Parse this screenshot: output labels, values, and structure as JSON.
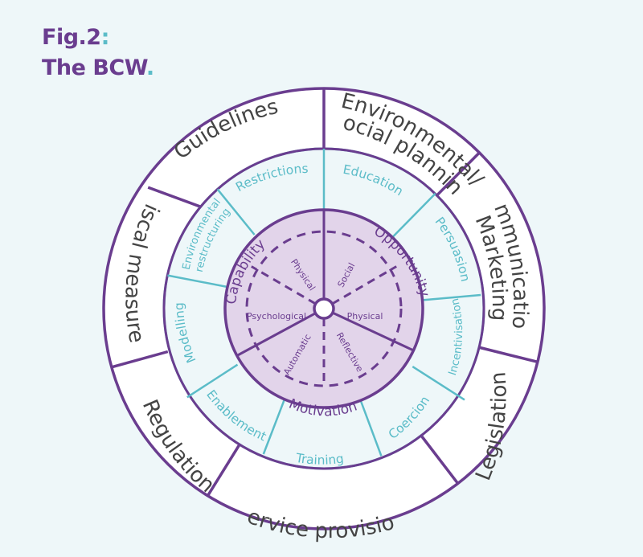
{
  "figure": {
    "label": "Fig.2",
    "label_punct": ":",
    "title": "The BCW",
    "title_punct": "."
  },
  "colors": {
    "background": "#eef7f9",
    "purple": "#6a3d8f",
    "teal": "#5bbcc8",
    "inner_fill": "#e2d4ea",
    "ring_fill": "#ffffff",
    "outer_text": "#444444"
  },
  "policy_categories": [
    "Guidelines",
    "Environmental/",
    "Social planning",
    "Communication/",
    "Marketing",
    "Legislation",
    "Service provision",
    "Regulation",
    "Fiscal measures"
  ],
  "intervention_functions": [
    "Restrictions",
    "Education",
    "Persuasion",
    "Incentivisation",
    "Coercion",
    "Training",
    "Enablement",
    "Modelling",
    "Environmental",
    "restructuring"
  ],
  "sources_of_behaviour": {
    "capability": "Capability",
    "opportunity": "Opportunity",
    "motivation": "Motivation",
    "physical_capability": "Physical",
    "psychological_capability": "Psychological",
    "social_opportunity": "Social",
    "physical_opportunity": "Physical",
    "automatic_motivation": "Automatic",
    "reflective_motivation": "Reflective"
  }
}
